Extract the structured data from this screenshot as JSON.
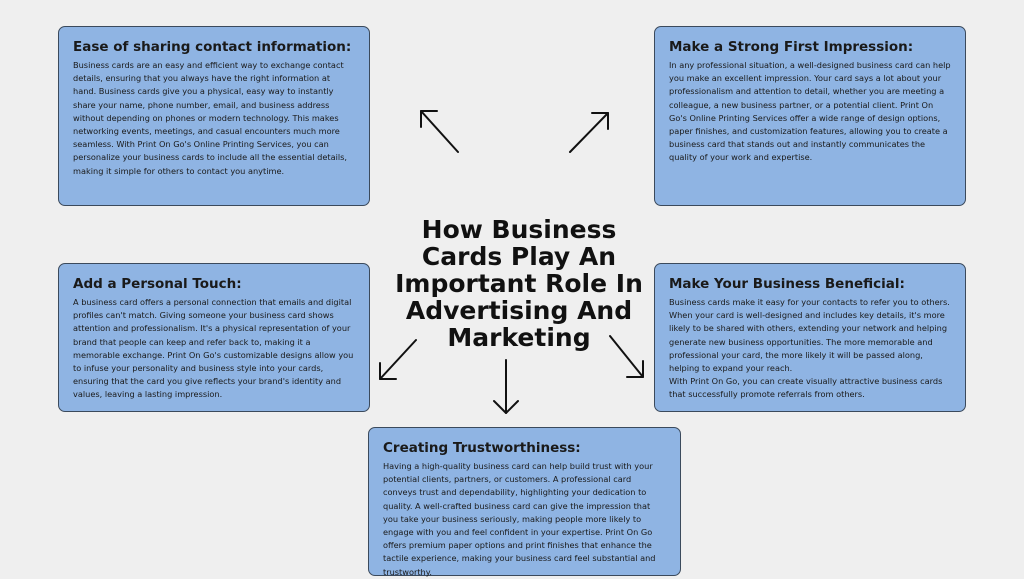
{
  "title": "How Business Cards Play An Important Role In Advertising And Marketing",
  "cards": [
    {
      "heading": "Ease of sharing contact information:",
      "text": "Business cards are an easy and efficient way to exchange contact details, ensuring that you always have the right information at hand. Business cards give you a physical, easy way to instantly share your name, phone number, email, and business address without depending on phones or modern technology. This makes networking events, meetings, and casual encounters much more seamless. With Print On Go's Online Printing Services, you can personalize your business cards to include all the essential details, making it simple for others to contact you anytime."
    },
    {
      "heading": "Make a Strong First Impression:",
      "text": "In any professional situation, a well-designed business card can help you make an excellent impression. Your card says a lot about your professionalism and attention to detail, whether you are meeting a colleague, a new business partner, or a potential client. Print On Go's Online Printing Services offer a wide range of design options, paper finishes, and customization features, allowing you to create a business card that stands out and instantly communicates the quality of your work and expertise."
    },
    {
      "heading": "Add a Personal Touch:",
      "text": "A business card offers a personal connection that emails and digital profiles can't match. Giving someone your business card shows attention and professionalism. It's a physical representation of your brand that people can keep and refer back to, making it a memorable exchange. Print On Go's customizable designs allow you to infuse your personality and business style into your cards, ensuring that the card you give reflects your brand's identity and values, leaving a lasting impression."
    },
    {
      "heading": "Make Your Business Beneficial:",
      "text": "Business cards make it easy for your contacts to refer you to others. When your card is well-designed and includes key details, it's more likely to be shared with others, extending your network and helping generate new business opportunities. The more memorable and professional your card, the more likely it will be passed along, helping to expand your reach.\nWith Print On Go, you can create visually attractive business cards that successfully promote referrals from others."
    },
    {
      "heading": "Creating Trustworthiness:",
      "text": "Having a high-quality business card can help build trust with your potential clients, partners, or customers. A professional card conveys trust and dependability, highlighting your dedication to quality. A well-crafted business card can give the impression that you take your business seriously, making people more likely to engage with you and feel confident in your expertise. Print On Go offers premium paper options and print finishes that enhance the tactile experience, making your business card feel substantial and trustworthy."
    }
  ]
}
